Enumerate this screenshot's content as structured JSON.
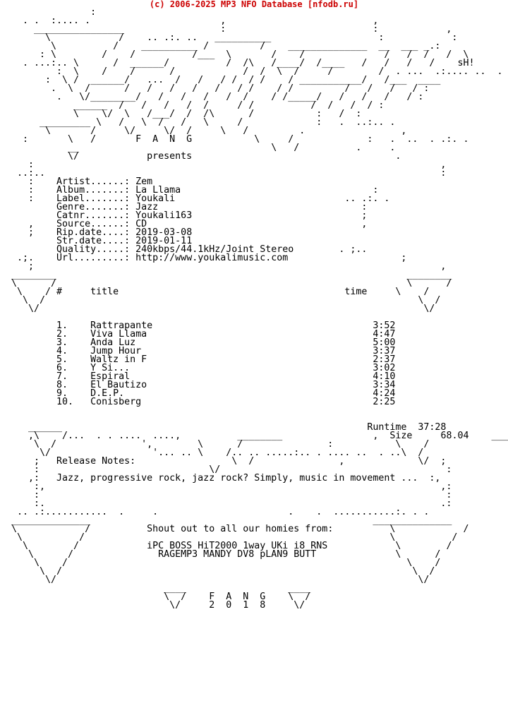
{
  "header": {
    "copyright": "(c) 2006-2025 MP3 NFO Database [nfodb.ru]",
    "color": "#cc0000"
  },
  "art": {
    "logo": "                          :\n              . .  :.... .                       ,                          ,\n                ________________                 :                          :             ,\n                  \\            /    .. .:. ..   __________                   :             :\n                   \\          /    __________ /         /    ______________  __  __ __ .:\n                 : \\        /    /          /___  \\       /    /              /   /  /   /   \\\n              . ...:.. \\      /  ______/          /  /\\   /____/  /____   /   /   /   /      sH!\n                    :  \\    /    /      /            /  /  \\  /     /        /  . ...  .:.... ..  .\n                  :  \\ /  ______/   ...  /   /   / /  / /    / ___________/   /___  ____\n                   .  \\  /      /   /   /   /   /   / /    / /         /   /   /   / :\n                    .   \\/________/   /   /   /   /  /    / /_____/   /   /   /   / :\n                       ______  /   /   /   /  /     / /          /  /   /  / :\n                       \\    \\/  \\   /___/  /  /\\      /           :   /  :\n                         _________ \\   /   \\  /   /   \\     /             :   .  ..:.. .\n                          \\       /     \\/     \\/  /     \\   /         .                 ,\n                              \\   /\n                                 \\ /",
    "mid": ""
  },
  "credits": {
    "group": "F  A  N  G",
    "presents": "presents"
  },
  "info": {
    "artist_label": "Artist......:",
    "artist": "Zem",
    "album_label": "Album.......:",
    "album": "La Llama",
    "label_label": "Label.......:",
    "label": "Youkali",
    "genre_label": "Genre.......:",
    "genre": "Jazz",
    "catnr_label": "Catnr.......:",
    "catnr": "Youkali163",
    "source_label": "Source......:",
    "source": "CD",
    "ripdate_label": "Rip.date....:",
    "ripdate": "2019-03-08",
    "strdate_label": "Str.date....:",
    "strdate": "2019-01-11",
    "quality_label": "Quality.....:",
    "quality": "240kbps/44.1kHz/Joint Stereo",
    "url_label": "Url.........:",
    "url": "http://www.youkalimusic.com"
  },
  "tracklist": {
    "col_num": "#",
    "col_title": "title",
    "col_time": "time",
    "tracks": [
      {
        "num": "1.",
        "title": "Rattrapante",
        "time": "3:52"
      },
      {
        "num": "2.",
        "title": "Viva Llama",
        "time": "4:47"
      },
      {
        "num": "3.",
        "title": "Anda Luz",
        "time": "5:00"
      },
      {
        "num": "4.",
        "title": "Jump Hour",
        "time": "3:37"
      },
      {
        "num": "5.",
        "title": "Waltz in F",
        "time": "2:37"
      },
      {
        "num": "6.",
        "title": "Y Si...",
        "time": "3:02"
      },
      {
        "num": "7.",
        "title": "Espiral",
        "time": "4:10"
      },
      {
        "num": "8.",
        "title": "El Bautizo",
        "time": "3:34"
      },
      {
        "num": "9.",
        "title": "D.E.P.",
        "time": "4:24"
      },
      {
        "num": "10.",
        "title": "Conisberg",
        "time": "2:25"
      }
    ]
  },
  "summary": {
    "runtime_label": "Runtime",
    "runtime": "37:28",
    "size_label": "Size",
    "size": "68.04"
  },
  "notes": {
    "heading": "Release Notes:",
    "text": "Jazz, progressive rock, jazz rock? Simply, music in movement ..."
  },
  "greets": {
    "heading": "Shout out to all our homies from:",
    "line1": "iPC BOSS HiT2000 1way UKi i8 RNS",
    "line2": "RAGEMP3 MANDY DV8 pLAN9 BUTT"
  },
  "footer": {
    "group": "F  A  N  G",
    "year": "2  0  1  8"
  }
}
